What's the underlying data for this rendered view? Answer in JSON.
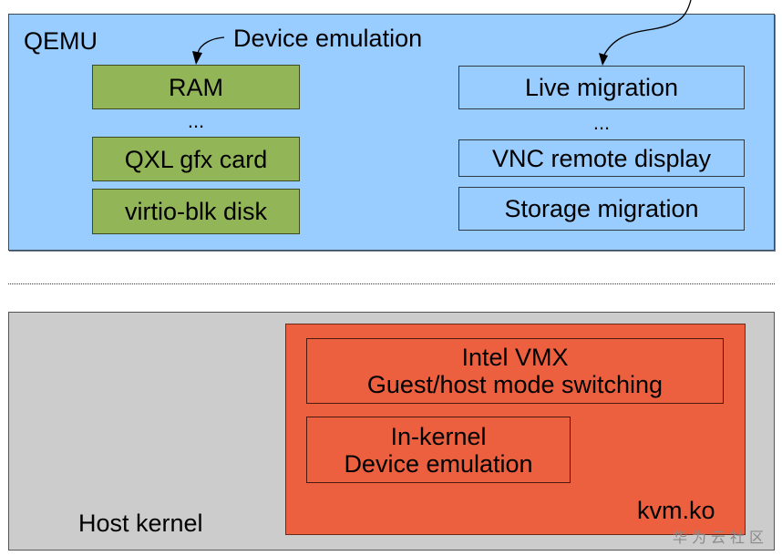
{
  "qemu": {
    "title": "QEMU",
    "annotation": "Device emulation",
    "devices": [
      "RAM",
      "...",
      "QXL gfx card",
      "virtio-blk disk"
    ],
    "features": [
      "Live migration",
      "...",
      "VNC remote display",
      "Storage migration"
    ]
  },
  "host": {
    "title": "Host kernel",
    "module": "kvm.ko",
    "vmx": {
      "line1": "Intel VMX",
      "line2": "Guest/host mode switching"
    },
    "inkernel": {
      "line1": "In-kernel",
      "line2": "Device emulation"
    }
  },
  "watermark": "华为云社区",
  "colors": {
    "qemu_bg": "#99ccff",
    "device_green": "#92b558",
    "host_bg": "#cccccc",
    "kvm_red": "#ec6040"
  }
}
